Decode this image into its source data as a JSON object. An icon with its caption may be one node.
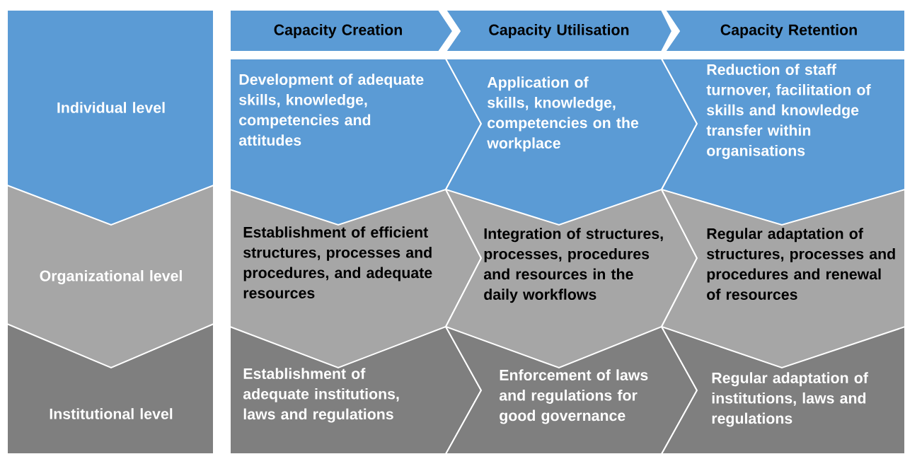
{
  "diagram": {
    "nodes": [
      {
        "text": [
          "Individual level"
        ]
      },
      {
        "text": [
          "Organizational level"
        ]
      },
      {
        "text": [
          "Institutional level"
        ]
      },
      {
        "text": [
          "Capacity Creation"
        ]
      },
      {
        "text": [
          "Capacity Utilisation"
        ]
      },
      {
        "text": [
          "Capacity Retention"
        ]
      },
      {
        "text": [
          "Development of adequate skills, knowledge, competencies and attitudes"
        ]
      },
      {
        "text": [
          "Application of skills, knowledge, competencies on the workplace"
        ]
      },
      {
        "text": [
          "Reduction of staff turnover, facilitation of skills and knowledge transfer within organisations"
        ]
      },
      {
        "text": [
          "Establishment of efficient structures, processes and procedures, and adequate resources"
        ]
      },
      {
        "text": [
          "Integration of structures, processes, procedures and resources in the daily workflows"
        ]
      },
      {
        "text": [
          "Regular adaptation of structures, processes and procedures and renewal of resources"
        ]
      },
      {
        "text": [
          "Establishment of adequate institutions, laws and regulations"
        ]
      },
      {
        "text": [
          "Enforcement of laws and regulations for good governance"
        ]
      },
      {
        "text": [
          "Regular adaptation of institutions, laws and regulations"
        ]
      }
    ]
  }
}
